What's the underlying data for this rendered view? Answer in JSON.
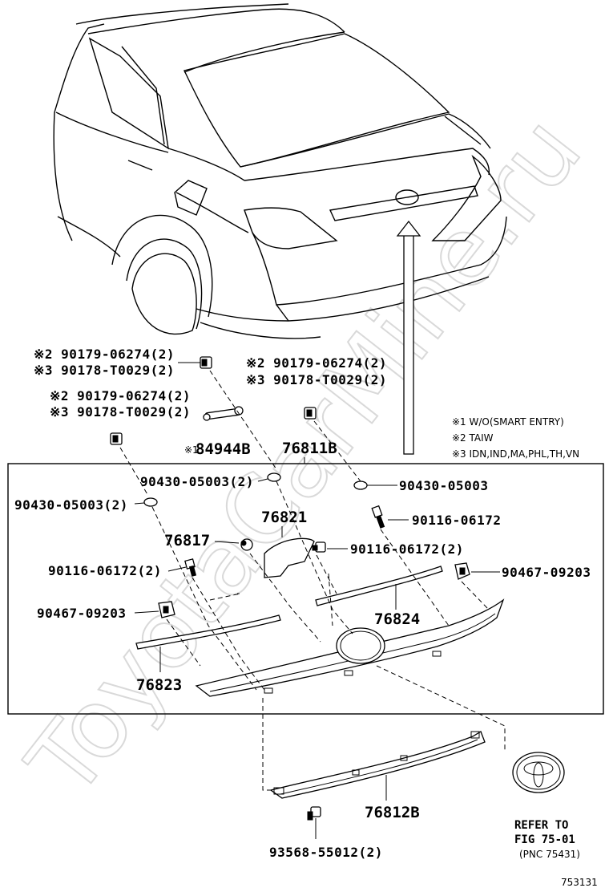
{
  "watermark": "ToyotaCarMine.ru",
  "notes": {
    "n1": "※1 W/O(SMART ENTRY)",
    "n2": "※2 TAIW",
    "n3": "※3 IDN,IND,MA,PHL,TH,VN"
  },
  "labels": {
    "nut_top_a2": "※2 90179-06274(2)",
    "nut_top_a3": "※3 90178-T0029(2)",
    "nut_top_b2": "※2 90179-06274(2)",
    "nut_top_b3": "※3 90178-T0029(2)",
    "nut_left_2": "※2 90179-06274(2)",
    "nut_left_3": "※3 90178-T0029(2)",
    "harness_prefix": "※1",
    "harness": "84944B",
    "garnish_main": "76811B",
    "clip_center": "90430-05003(2)",
    "clip_right": "90430-05003",
    "clip_left": "90430-05003(2)",
    "bolt_right": "90116-06172",
    "plate_76821": "76821",
    "part_76817": "76817",
    "bolt_center": "90116-06172(2)",
    "bolt_left": "90116-06172(2)",
    "clip_right2": "90467-09203",
    "clip_left2": "90467-09203",
    "molding_right": "76824",
    "molding_left": "76823",
    "garnish_lower": "76812B",
    "screw_lower": "93568-55012(2)",
    "refer_1": "REFER TO",
    "refer_2": "FIG 75-01",
    "refer_3": "(PNC 75431)",
    "figure_no": "753131"
  }
}
